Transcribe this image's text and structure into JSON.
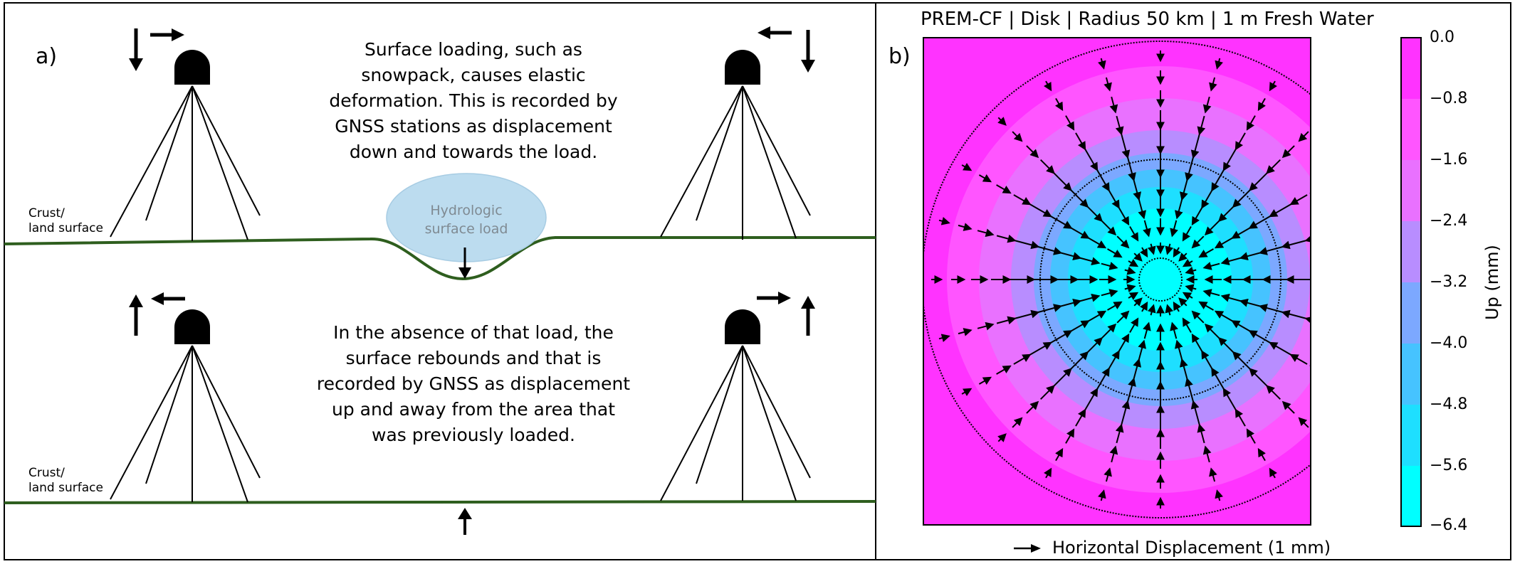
{
  "panel_a": {
    "label": "a)",
    "top_text": [
      "Surface loading, such as",
      "snowpack, causes elastic",
      "deformation. This is recorded by",
      "GNSS stations as displacement",
      "down and towards the load."
    ],
    "bottom_text": [
      "In the absence of that load, the",
      "surface rebounds and that is",
      "recorded by GNSS as displacement",
      "up and away from the area that",
      "was previously loaded."
    ],
    "crust_label_top": [
      "Crust/",
      "land surface"
    ],
    "crust_label_bottom": [
      "Crust/",
      "land surface"
    ],
    "load_label": [
      "Hydrologic",
      "surface load"
    ],
    "colors": {
      "ground": "#2e5e1e",
      "load": "#bcdcef"
    }
  },
  "panel_b": {
    "label": "b)",
    "title": "PREM-CF | Disk | Radius 50 km | 1 m Fresh Water",
    "colorbar": {
      "label": "Up (mm)",
      "ticks": [
        "0.0",
        "−0.8",
        "−1.6",
        "−2.4",
        "−3.2",
        "−4.0",
        "−4.8",
        "−5.6",
        "−6.4"
      ],
      "colors": [
        "#ff33ff",
        "#ff55ff",
        "#e971ff",
        "#b88dff",
        "#7ca8ff",
        "#46c3ff",
        "#1edfff",
        "#00ffff"
      ]
    },
    "legend": "Horizontal Displacement (1 mm)"
  }
}
